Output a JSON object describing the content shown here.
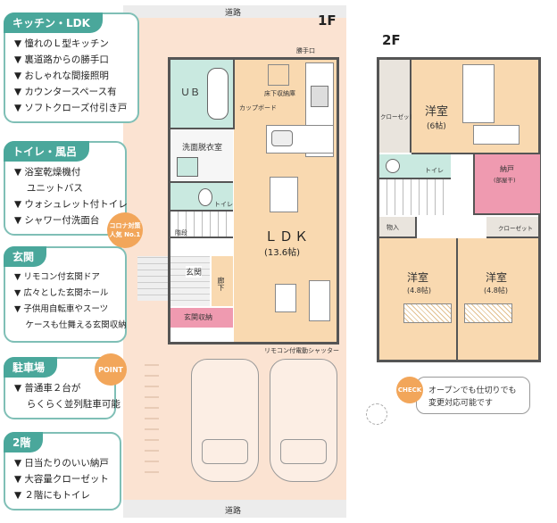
{
  "floors": {
    "first": "1F",
    "second": "2F"
  },
  "roads": {
    "top": "道路",
    "bottom": "道路"
  },
  "panels": [
    {
      "title": "キッチン・LDK",
      "items": [
        "▼ 憧れのＬ型キッチン",
        "▼ 裏道路からの勝手口",
        "▼ おしゃれな間接照明",
        "▼ カウンタースペース有",
        "▼ ソフトクローズ付引き戸"
      ]
    },
    {
      "title": "トイレ・風呂",
      "items": [
        "▼ 浴室乾燥機付",
        "　 ユニットバス",
        "▼ ウォシュレット付トイレ",
        "▼ シャワー付洗面台"
      ]
    },
    {
      "title": "玄関",
      "items": [
        "▼ リモコン付玄関ドア",
        "▼ 広々とした玄関ホール",
        "▼ 子供用自転車やスーツ",
        "　 ケースも仕舞える玄関収納"
      ]
    },
    {
      "title": "駐車場",
      "items": [
        "▼ 普通車２台が",
        "　 らくらく並列駐車可能"
      ]
    },
    {
      "title": "2階",
      "items": [
        "▼ 日当たりのいい納戸",
        "▼ 大容量クローゼット",
        "▼ ２階にもトイレ"
      ]
    }
  ],
  "badges": {
    "corona_line1": "コロナ対策",
    "corona_line2": "人気 No.1",
    "point": "POINT",
    "check": "CHECK"
  },
  "floor1_rooms": {
    "katteguchi": "勝手口",
    "yukashita": "床下収納庫",
    "cupboard": "カップボード",
    "ub": "ＵＢ",
    "senmen": "洗面脱衣室",
    "toilet": "トイレ",
    "stairs": "階段",
    "ldk": "ＬＤＫ",
    "ldk_size": "(13.6帖)",
    "genkan": "玄関",
    "roka": "廊下",
    "genkan_storage": "玄関収納",
    "shutter": "リモコン付電動シャッター"
  },
  "floor2_rooms": {
    "closet_left": "クローゼット",
    "yoshitsu_main": "洋室",
    "yoshitsu_main_size": "(6帖)",
    "toilet": "トイレ",
    "nando": "納戸",
    "nando_sub": "(部屋干)",
    "monoire": "物入",
    "closet_mid": "クローゼット",
    "yoshitsu_left": "洋室",
    "yoshitsu_left_size": "(4.8帖)",
    "yoshitsu_right": "洋室",
    "yoshitsu_right_size": "(4.8帖)"
  },
  "note": {
    "line1": "オープンでも仕切りでも",
    "line2": "変更対応可能です"
  },
  "colors": {
    "teal": "#4aa79b",
    "panel_border": "#7fbfb6",
    "lot": "#fbe3d2",
    "room": "#f9d9b0",
    "water": "#c9e9e0",
    "pink": "#ef9ab0",
    "badge_orange": "#f2a65a"
  }
}
